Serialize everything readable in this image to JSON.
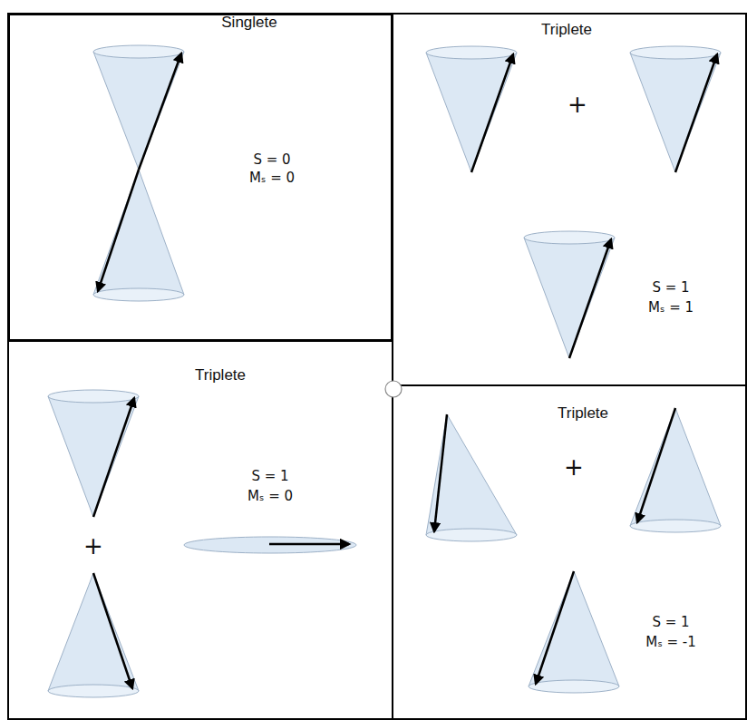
{
  "diagram": {
    "nodes": [
      {
        "text": [
          "Singlete"
        ]
      },
      {
        "text": [
          "Triplete"
        ]
      },
      {
        "text": [
          "Triplete"
        ]
      },
      {
        "text": [
          "Triplete"
        ]
      }
    ],
    "labels": [
      "S = 0",
      "Mₛ = 0",
      "+",
      "S = 1",
      "Mₛ = 1",
      "+",
      "S = 1",
      "Mₛ = 0",
      "+",
      "S = 1",
      "Mₛ = -1"
    ]
  }
}
